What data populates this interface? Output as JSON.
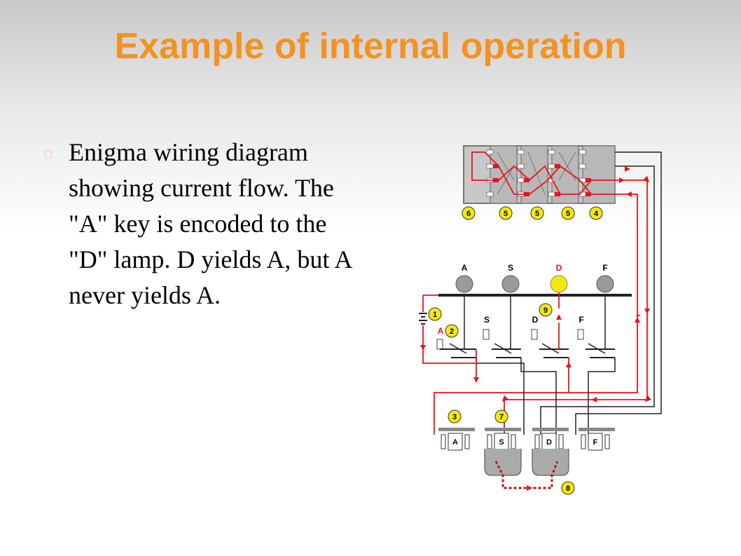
{
  "slide": {
    "title": "Example of internal operation",
    "bullet": "Enigma wiring diagram showing current flow. The \"A\" key is encoded to the \"D\" lamp. D yields A, but A never yields A."
  },
  "diagram": {
    "rotor_markers": [
      "6",
      "5",
      "5",
      "5",
      "4"
    ],
    "lamps": [
      {
        "label": "A",
        "lit": false
      },
      {
        "label": "S",
        "lit": false
      },
      {
        "label": "D",
        "lit": true
      },
      {
        "label": "F",
        "lit": false
      }
    ],
    "key_letters": [
      "A",
      "S",
      "D",
      "F"
    ],
    "plug_letters": [
      "A",
      "S",
      "D",
      "F"
    ],
    "step_markers": [
      "1",
      "2",
      "3",
      "7",
      "8",
      "9"
    ],
    "colors": {
      "current": "#e8141c",
      "wire": "#222222",
      "lamp_off": "#9a9a9a",
      "lamp_on": "#f5e70a",
      "marker_fill": "#f5e70a",
      "rotor_fill": "#c8c8c8"
    }
  }
}
